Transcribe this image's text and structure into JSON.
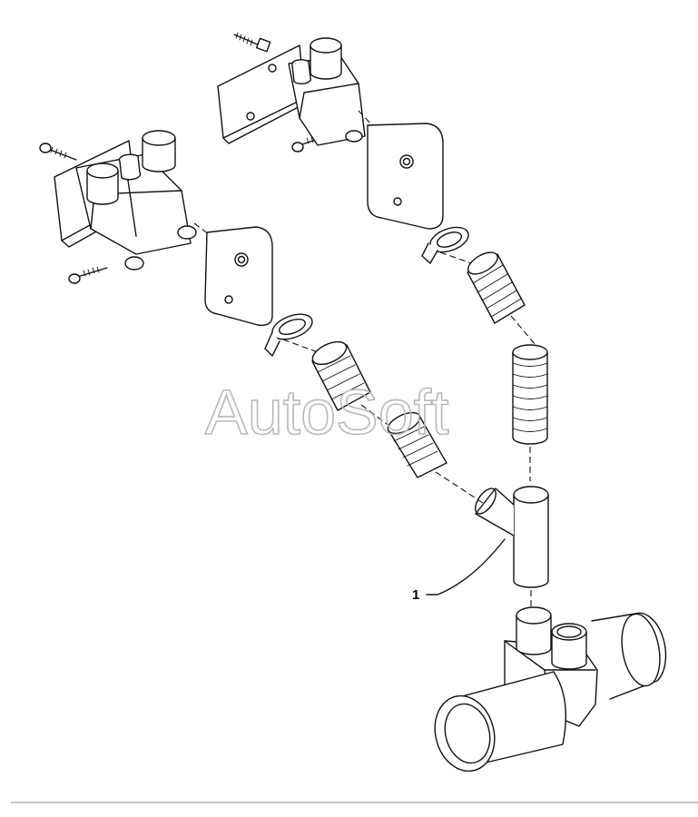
{
  "watermark": {
    "text": "AutoSoft",
    "color": "#b8b8b8"
  },
  "callouts": [
    {
      "label": "1",
      "part": "y-branch-connector"
    }
  ],
  "colors": {
    "line": "#111111",
    "background": "#ffffff",
    "divider": "#888888"
  }
}
